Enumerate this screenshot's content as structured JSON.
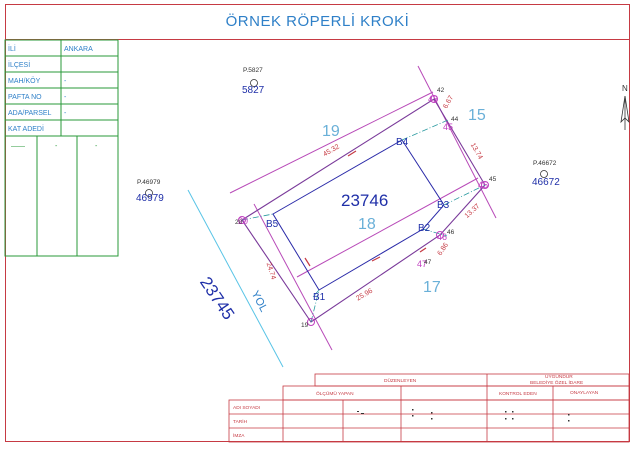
{
  "title": "ÖRNEK RÖPERLİ KROKİ",
  "info_table": [
    {
      "label": "İLİ",
      "value": "ANKARA"
    },
    {
      "label": "İLÇESİ",
      "value": ""
    },
    {
      "label": "MAH/KÖY",
      "value": "-"
    },
    {
      "label": "PAFTA NO",
      "value": "-"
    },
    {
      "label": "ADA/PARSEL",
      "value": "-"
    },
    {
      "label": "KAT ADEDİ",
      "value": ""
    }
  ],
  "legend_box": [
    "——",
    "-",
    "-"
  ],
  "parcel": {
    "main_number": "23746",
    "sub_number": "18",
    "road_parcel": "23745",
    "road_label": "YOL"
  },
  "neighbors": [
    "19",
    "15",
    "17"
  ],
  "building_corners": [
    "B1",
    "B2",
    "B3",
    "B4",
    "B5"
  ],
  "points": [
    "42",
    "43",
    "44",
    "45",
    "46",
    "47",
    "19",
    "20"
  ],
  "refs": [
    {
      "label": "P.5827",
      "number": "5827"
    },
    {
      "label": "P.46979",
      "number": "46979"
    },
    {
      "label": "P.46672",
      "number": "46672"
    }
  ],
  "dimensions": [
    "45.32",
    "24.74",
    "25.96",
    "13.74",
    "13.37",
    "6.86",
    "6.67"
  ],
  "north": "N",
  "footer": {
    "duzenleyen": "DÜZENLEYEN",
    "uygundur": "UYGUNDUR",
    "belediye": "BELEDİYE ÖZEL İDARE",
    "olcumu_yapan": "ÖLÇÜMÜ YAPAN",
    "kontrol_eden": "KONTROL EDEN",
    "onaylayan": "ONAYLAYAN",
    "adi_soyadi": "ADI SOYADI",
    "tarih": "TARİH",
    "imza": "İMZA"
  }
}
